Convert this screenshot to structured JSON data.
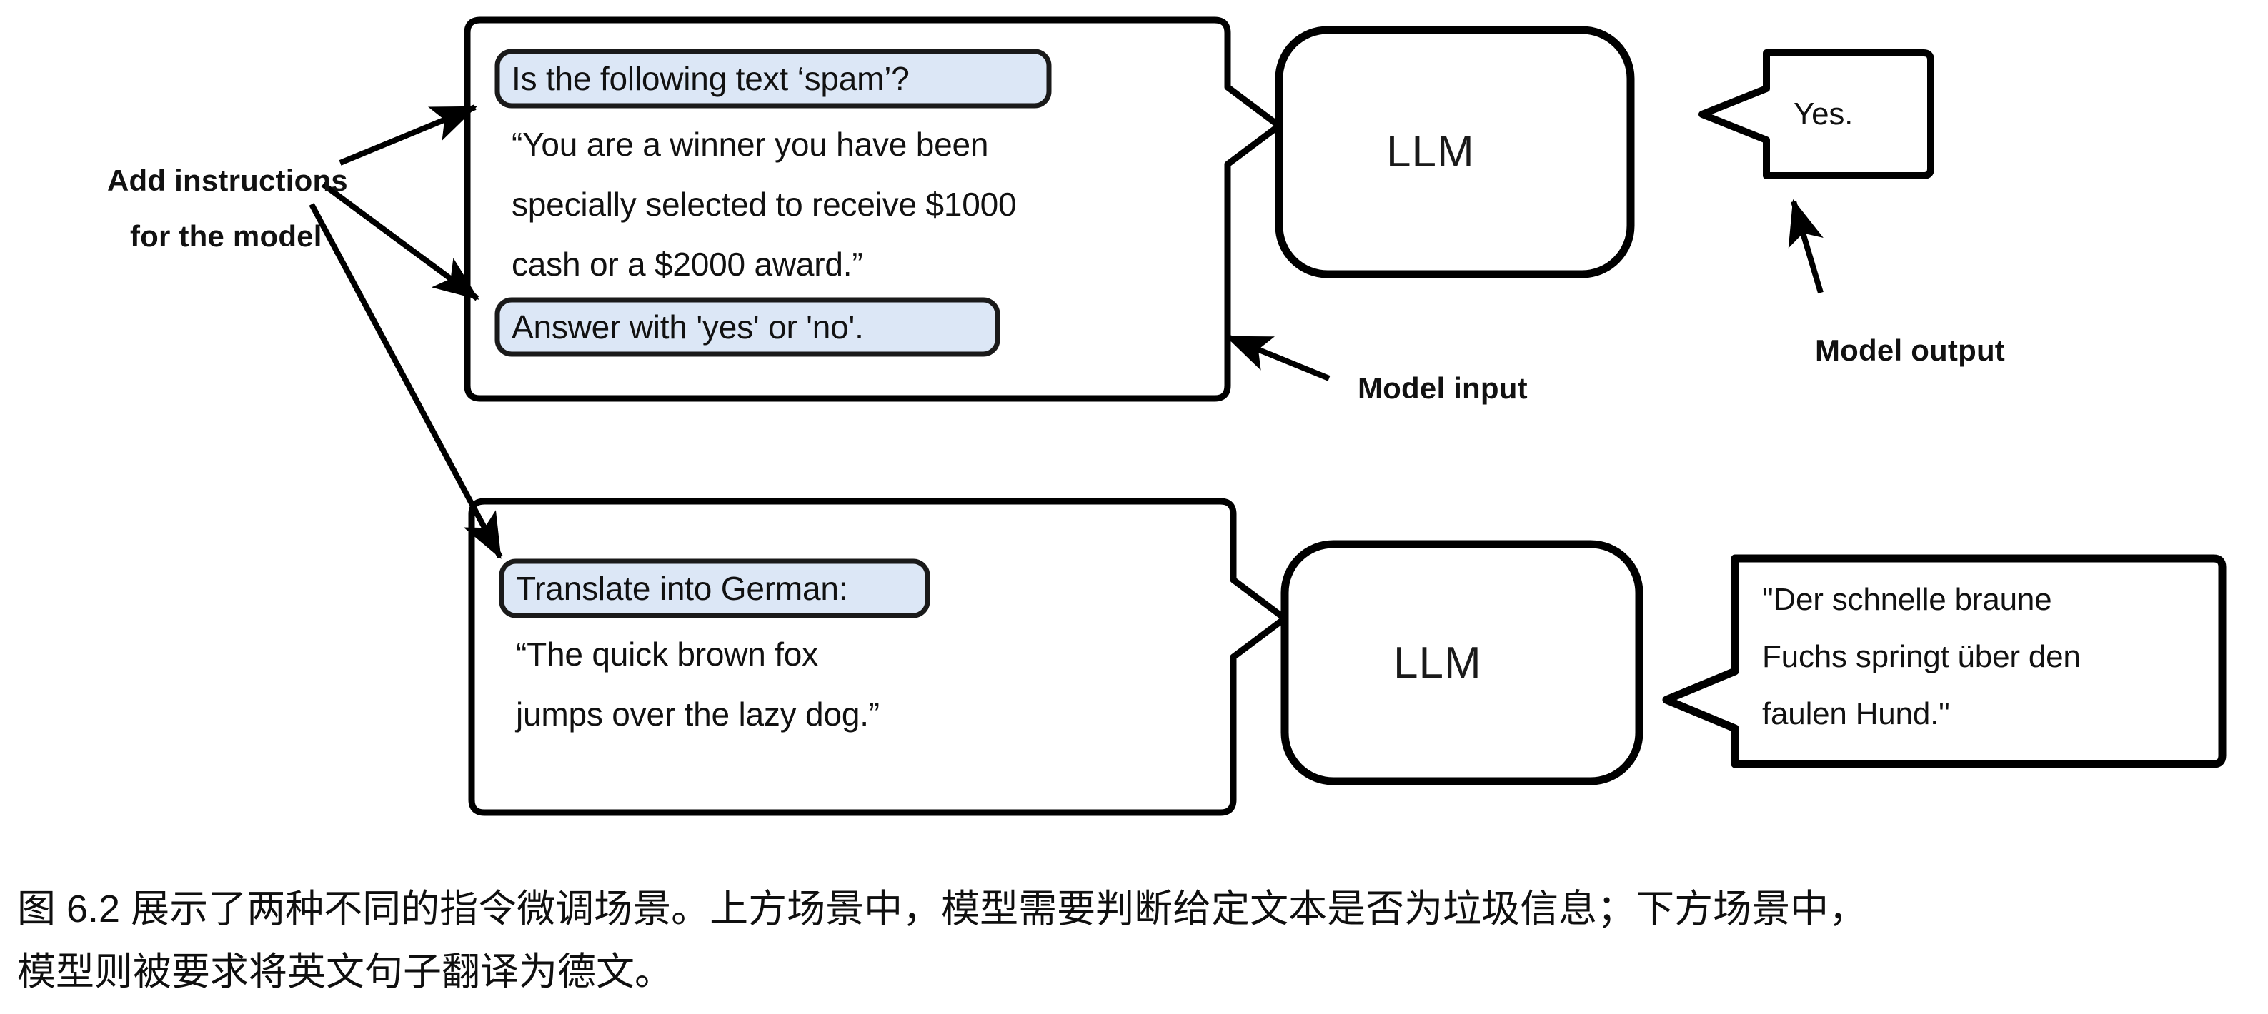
{
  "figure": {
    "scenario_top": {
      "input_box": {
        "instruction_chip_top": "Is the following text ‘spam’?",
        "body_lines": [
          "“You are a winner you have been",
          "specially selected to receive $1000",
          "cash or a $2000 award.”"
        ],
        "instruction_chip_bottom": "Answer with 'yes' or 'no'."
      },
      "model_label": "LLM",
      "output_bubble_lines": [
        "Yes."
      ]
    },
    "scenario_bottom": {
      "input_box": {
        "instruction_chip_top": "Translate into German:",
        "body_lines": [
          "“The quick brown fox",
          "jumps over the lazy dog.”"
        ]
      },
      "model_label": "LLM",
      "output_bubble_lines": [
        "\"Der schnelle braune",
        "Fuchs springt über den",
        "faulen Hund.\""
      ]
    },
    "annotations": {
      "add_instructions_line1": "Add instructions",
      "add_instructions_line2": "for the model",
      "model_input": "Model input",
      "model_output": "Model output"
    },
    "caption": {
      "line1": "图 6.2 展示了两种不同的指令微调场景。上方场景中，模型需要判断给定文本是否为垃圾信息；下方场景中，",
      "line2": "模型则被要求将英文句子翻译为德文。"
    }
  },
  "colors": {
    "chip_fill": "#dce7f6",
    "stroke": "#000000",
    "background": "#ffffff",
    "text": "#111111"
  }
}
